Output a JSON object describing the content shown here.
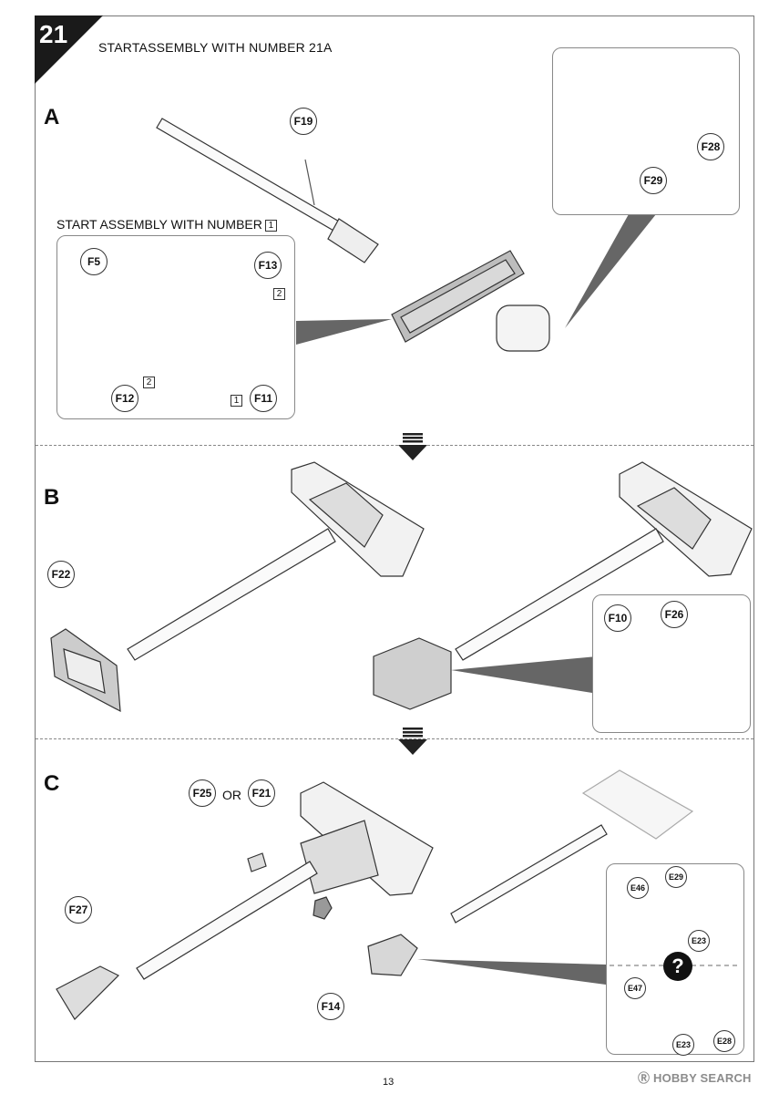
{
  "step": {
    "number": "21",
    "instruction": "STARTASSEMBLY WITH NUMBER 21A"
  },
  "sections": {
    "a": {
      "letter": "A",
      "sub_instruction": "START ASSEMBLY WITH NUMBER",
      "sub_instruction_num": "1",
      "parts": {
        "f19": "F19",
        "f5": "F5",
        "f13": "F13",
        "f12": "F12",
        "f11": "F11",
        "f28": "F28",
        "f29": "F29"
      },
      "order_marks": {
        "f13": "2",
        "f12": "2",
        "f11": "1"
      }
    },
    "b": {
      "letter": "B",
      "parts": {
        "f22": "F22",
        "f10": "F10",
        "f26": "F26"
      }
    },
    "c": {
      "letter": "C",
      "parts": {
        "f25": "F25",
        "f21": "F21",
        "f27": "F27",
        "f14": "F14",
        "e46": "E46",
        "e29": "E29",
        "e23a": "E23",
        "e47": "E47",
        "e23b": "E23",
        "e28": "E28"
      },
      "or_text": "OR",
      "question_mark": "?"
    }
  },
  "footer": {
    "page_number": "13",
    "watermark": "Ⓡ HOBBY SEARCH"
  }
}
